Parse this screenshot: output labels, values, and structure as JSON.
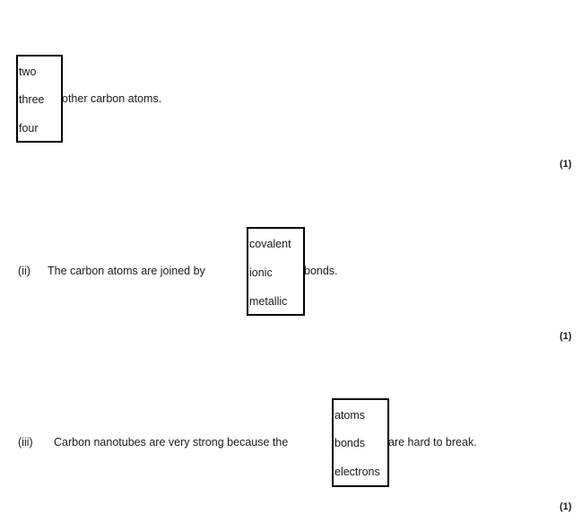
{
  "q1": {
    "options": [
      "two",
      "three",
      "four"
    ],
    "after": "other carbon atoms.",
    "marks": "(1)"
  },
  "q2": {
    "number": "(ii)",
    "before": "The carbon atoms are joined by",
    "options": [
      "covalent",
      "ionic",
      "metallic"
    ],
    "after": "bonds.",
    "marks": "(1)"
  },
  "q3": {
    "number": "(iii)",
    "before": "Carbon nanotubes are very strong because the",
    "options": [
      "atoms",
      "bonds",
      "electrons"
    ],
    "after": "are hard to break.",
    "marks": "(1)"
  }
}
